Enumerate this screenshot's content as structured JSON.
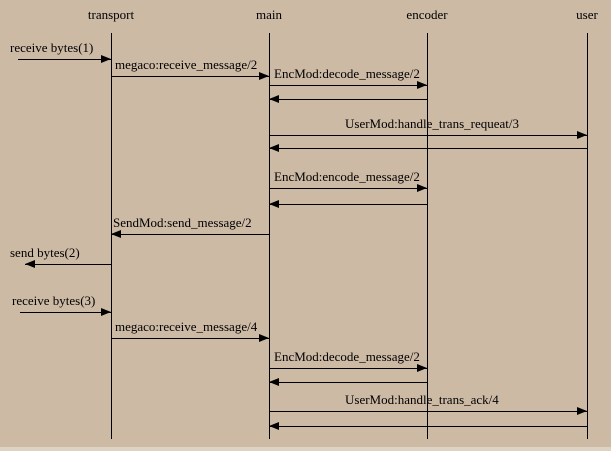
{
  "colors": {
    "background": "#ccbaa5",
    "line": "#000000",
    "text": "#000000",
    "edge_highlight": "#ded3c1"
  },
  "lifelines": [
    {
      "id": "transport",
      "label": "transport"
    },
    {
      "id": "main",
      "label": "main"
    },
    {
      "id": "encoder",
      "label": "encoder"
    },
    {
      "id": "user",
      "label": "user"
    }
  ],
  "messages": [
    {
      "from": "external-left",
      "to": "transport",
      "direction": "right",
      "type": "call",
      "label": "receive bytes(1)"
    },
    {
      "from": "transport",
      "to": "main",
      "direction": "right",
      "type": "call",
      "label": "megaco:receive_message/2"
    },
    {
      "from": "main",
      "to": "encoder",
      "direction": "right",
      "type": "call",
      "label": "EncMod:decode_message/2"
    },
    {
      "from": "encoder",
      "to": "main",
      "direction": "left",
      "type": "return",
      "label": ""
    },
    {
      "from": "main",
      "to": "user",
      "direction": "right",
      "type": "call",
      "label": "UserMod:handle_trans_requeat/3"
    },
    {
      "from": "user",
      "to": "main",
      "direction": "left",
      "type": "return",
      "label": ""
    },
    {
      "from": "main",
      "to": "encoder",
      "direction": "right",
      "type": "call",
      "label": "EncMod:encode_message/2"
    },
    {
      "from": "encoder",
      "to": "main",
      "direction": "left",
      "type": "return",
      "label": ""
    },
    {
      "from": "main",
      "to": "transport",
      "direction": "left",
      "type": "call",
      "label": "SendMod:send_message/2"
    },
    {
      "from": "transport",
      "to": "external-left",
      "direction": "left",
      "type": "call",
      "label": "send bytes(2)"
    },
    {
      "from": "external-left",
      "to": "transport",
      "direction": "right",
      "type": "call",
      "label": "receive bytes(3)"
    },
    {
      "from": "transport",
      "to": "main",
      "direction": "right",
      "type": "call",
      "label": "megaco:receive_message/4"
    },
    {
      "from": "main",
      "to": "encoder",
      "direction": "right",
      "type": "call",
      "label": "EncMod:decode_message/2"
    },
    {
      "from": "encoder",
      "to": "main",
      "direction": "left",
      "type": "return",
      "label": ""
    },
    {
      "from": "main",
      "to": "user",
      "direction": "right",
      "type": "call",
      "label": "UserMod:handle_trans_ack/4"
    },
    {
      "from": "user",
      "to": "main",
      "direction": "left",
      "type": "return",
      "label": ""
    }
  ]
}
